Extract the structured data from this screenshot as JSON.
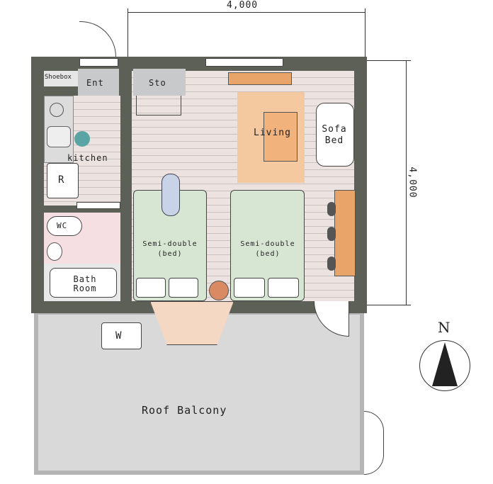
{
  "dimensions": {
    "width": "4,000",
    "depth": "4,000"
  },
  "rooms": {
    "shoebox": "Shoebox",
    "entrance": "Ent",
    "storage": "Sto",
    "kitchen": "kitchen",
    "refrigerator": "R",
    "wc": "WC",
    "bath": "Bath Room",
    "living": "Living",
    "sofa": "Sofa Bed",
    "bed1": "Semi-double (bed)",
    "bed2": "Semi-double (bed)",
    "washer": "W",
    "balcony": "Roof Balcony"
  },
  "compass": {
    "label": "N"
  },
  "colors": {
    "wall": "#5d6056",
    "rug": "#f5c9a0",
    "bed": "#d7e6d2",
    "balcony": "#d9d9d9",
    "wood": "#e8a469"
  }
}
